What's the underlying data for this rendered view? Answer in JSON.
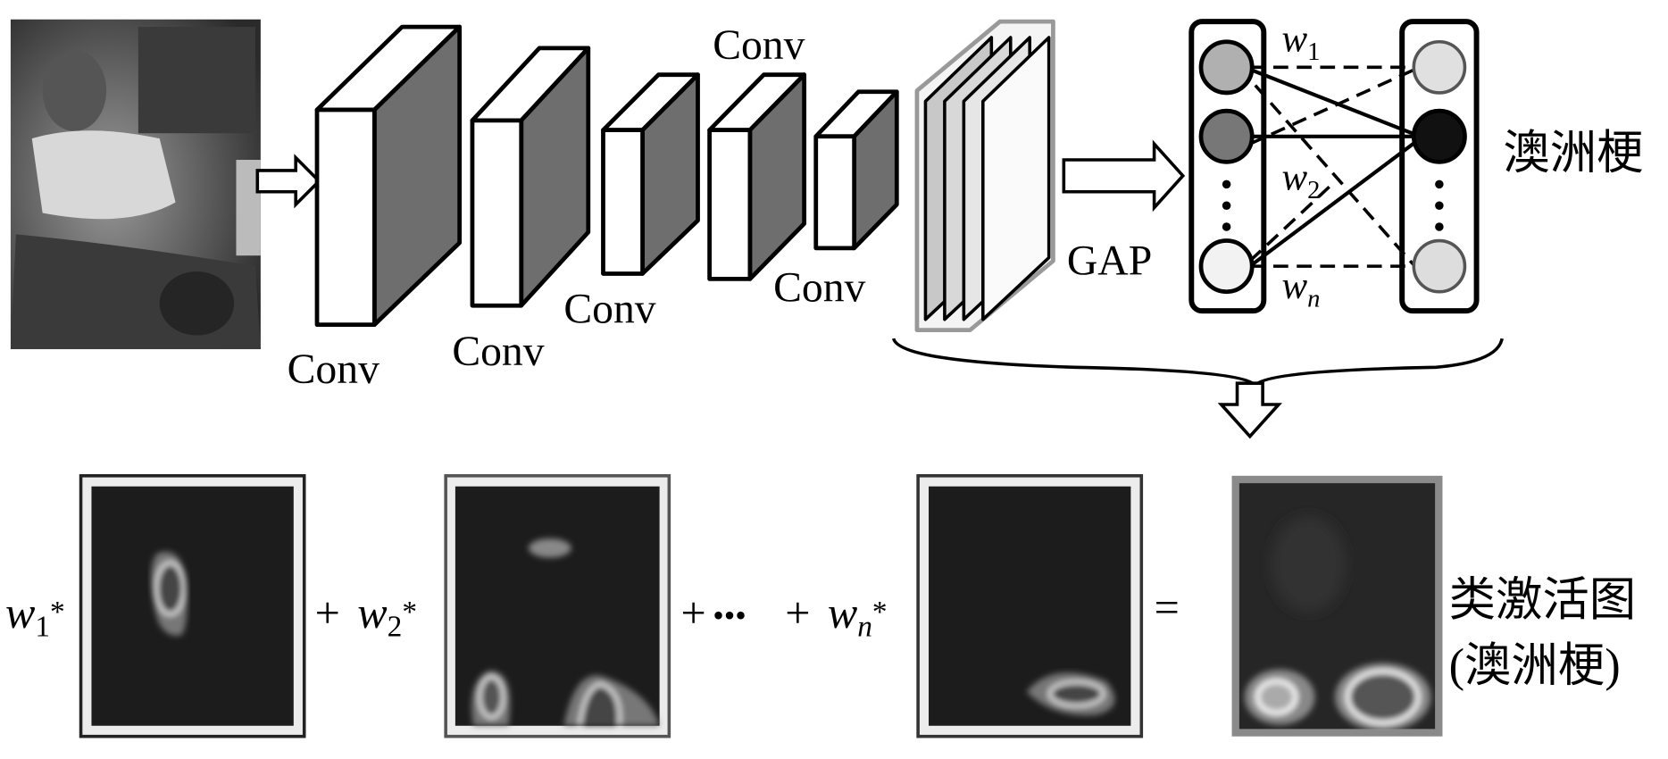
{
  "network": {
    "conv_labels": [
      "Conv",
      "Conv",
      "Conv",
      "Conv",
      "Conv"
    ],
    "gap_label": "GAP",
    "class_label": "澳洲梗",
    "weights": [
      {
        "symbol": "w",
        "sub": "1"
      },
      {
        "symbol": "w",
        "sub": "2"
      },
      {
        "symbol": "w",
        "sub": "n"
      }
    ]
  },
  "equation": {
    "terms": [
      {
        "symbol": "w",
        "sub": "1",
        "star": "*"
      },
      {
        "symbol": "w",
        "sub": "2",
        "star": "*"
      },
      {
        "symbol": "w",
        "sub": "n",
        "star": "*"
      }
    ],
    "plus": "+",
    "ellipsis": "•••",
    "equals": "=",
    "result_line1": "类激活图",
    "result_line2": "(澳洲梗)"
  },
  "colors": {
    "block_side": "#6e6e6e",
    "heatmap_bg": "#1c1c1c",
    "frame_gray": "#8a8a8a"
  }
}
